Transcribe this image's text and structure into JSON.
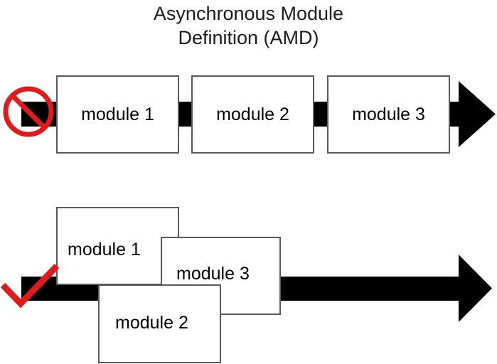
{
  "title": {
    "text": "Asynchronous Module\nDefinition (AMD)",
    "line1": "Asynchronous Module",
    "line2": "Definition (AMD)"
  },
  "colors": {
    "arrow": "#000000",
    "box_border": "#595959",
    "box_fill": "#ffffff",
    "deny": "#e01b1b",
    "approve": "#e01b1b",
    "text": "#000000",
    "background": "#ffffff"
  },
  "rows": [
    {
      "id": "synchronous-row",
      "status_icon": "prohibition-icon",
      "status_meaning": "not-allowed",
      "arrow": "right-arrow",
      "modules": [
        {
          "label": "module 1"
        },
        {
          "label": "module 2"
        },
        {
          "label": "module 3"
        }
      ]
    },
    {
      "id": "asynchronous-row",
      "status_icon": "checkmark-icon",
      "status_meaning": "allowed",
      "arrow": "right-arrow",
      "modules": [
        {
          "label": "module 1"
        },
        {
          "label": "module 3"
        },
        {
          "label": "module 2"
        }
      ]
    }
  ]
}
